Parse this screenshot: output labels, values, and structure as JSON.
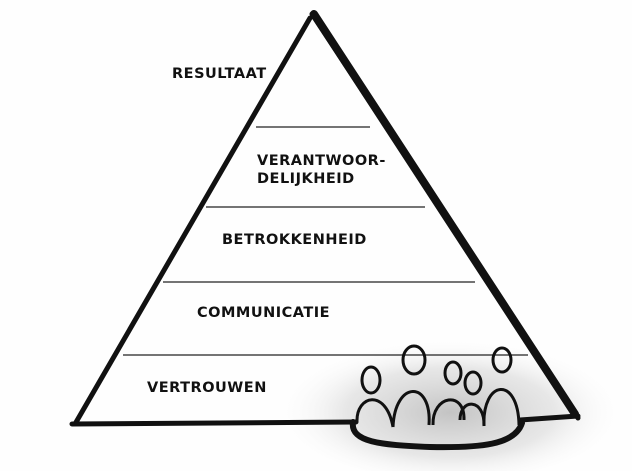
{
  "pyramid": {
    "levels": [
      {
        "label": "RESULTAAT"
      },
      {
        "label_line1": "VERANTWOOR-",
        "label_line2": "DELIJKHEID"
      },
      {
        "label": "BETROKKENHEID"
      },
      {
        "label": "COMMUNICATIE"
      },
      {
        "label": "VERTROUWEN"
      }
    ]
  },
  "colors": {
    "ink": "#111111",
    "shade": "#cfcfcf"
  }
}
